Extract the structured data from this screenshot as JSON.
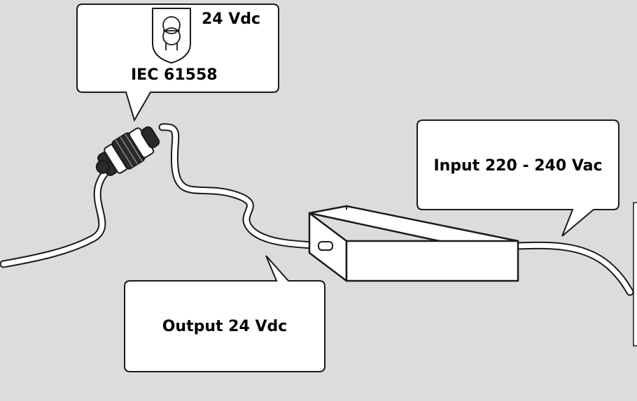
{
  "colors": {
    "background": "#dcdcdc",
    "callout_fill": "#ffffff",
    "outline": "#1a1a1a",
    "cable_fill": "#ffffff",
    "connector_dark": "#2a2a2a"
  },
  "callouts": {
    "connector_voltage": "24 Vdc",
    "connector_standard": "IEC 61558",
    "input": "Input 220 - 240 Vac",
    "output": "Output 24 Vdc"
  },
  "icons": {
    "connector_symbol": "safety-transformer-icon"
  }
}
